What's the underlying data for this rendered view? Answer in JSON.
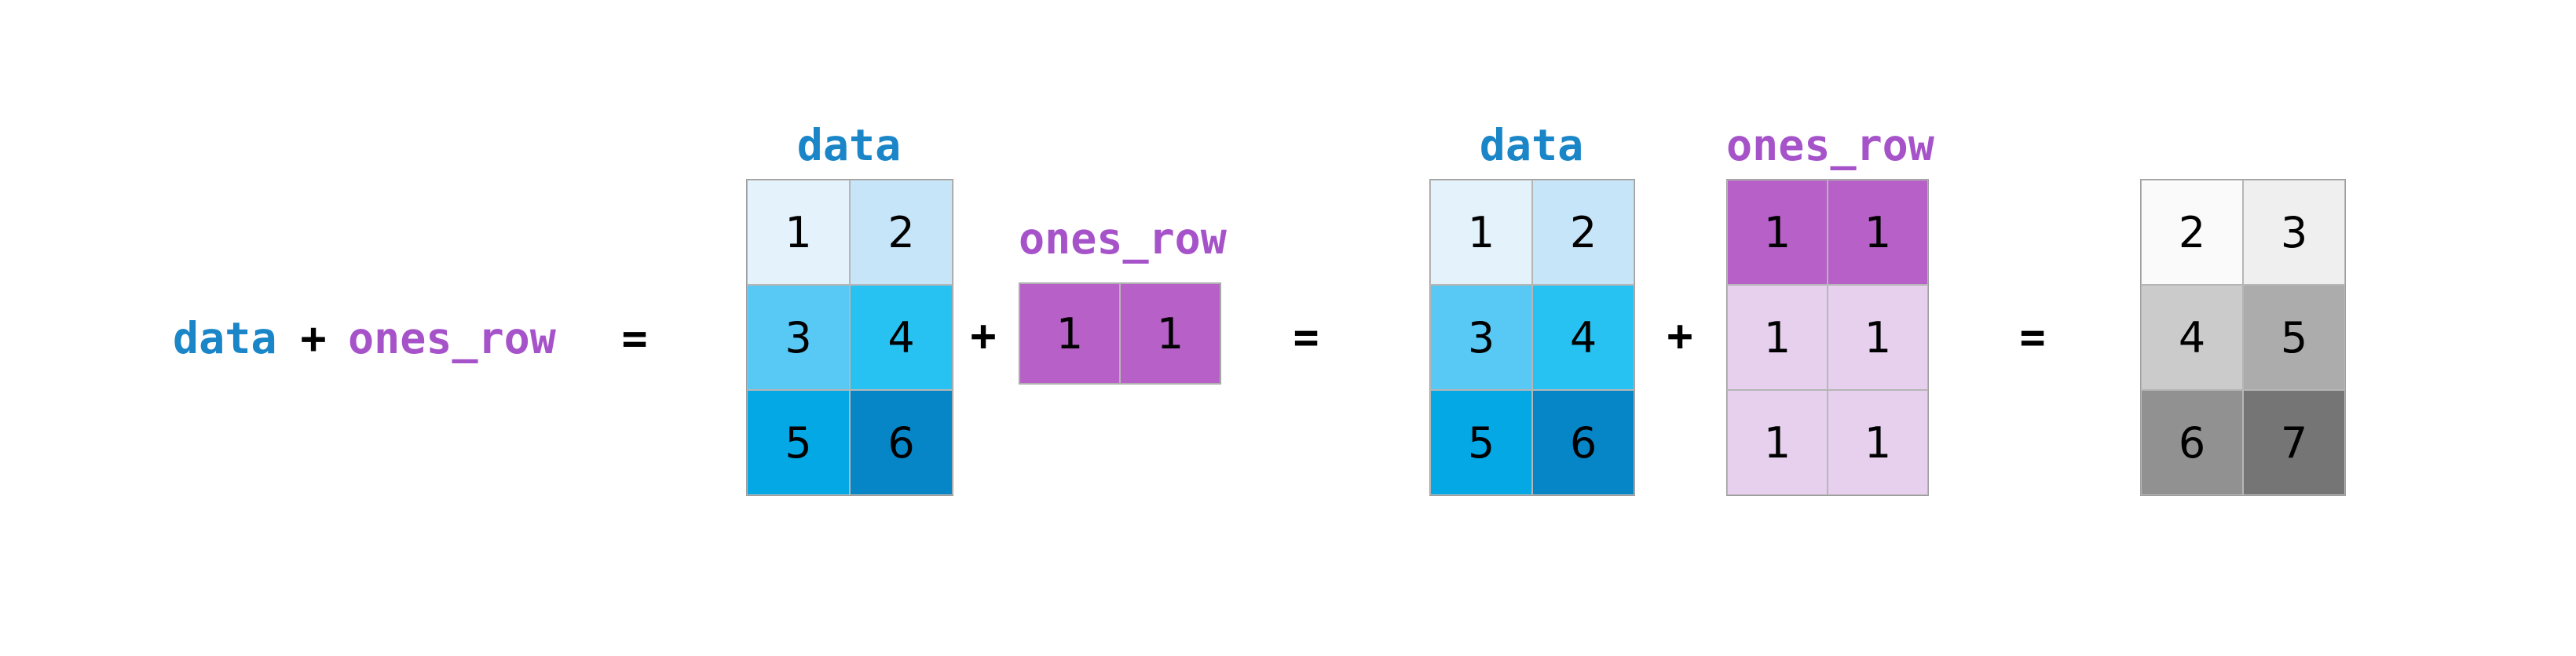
{
  "colors": {
    "blue_label": "#1a86c8",
    "purple_label": "#a653ca",
    "operator_black": "#000000",
    "grid_line": "#b6b6b6"
  },
  "equation": {
    "data_label": "data",
    "plus": "+",
    "ones_label": "ones_row",
    "equals": "="
  },
  "operators": {
    "plus_1": "+",
    "equals_1": "=",
    "plus_2": "+",
    "equals_2": "="
  },
  "matrices": [
    {
      "id": "data-left",
      "title": "data",
      "title_color": "#1a86c8",
      "rows": 3,
      "cols": 2,
      "cells": [
        {
          "value": "1",
          "bg": "#e3f2fb"
        },
        {
          "value": "2",
          "bg": "#c7e5f8"
        },
        {
          "value": "3",
          "bg": "#58c8f4"
        },
        {
          "value": "4",
          "bg": "#28c2f2"
        },
        {
          "value": "5",
          "bg": "#03a8e5"
        },
        {
          "value": "6",
          "bg": "#0686c7"
        }
      ]
    },
    {
      "id": "ones-row",
      "title": "ones_row",
      "title_color": "#a653ca",
      "rows": 1,
      "cols": 2,
      "cells": [
        {
          "value": "1",
          "bg": "#b660c8"
        },
        {
          "value": "1",
          "bg": "#b660c8"
        }
      ]
    },
    {
      "id": "data-right",
      "title": "data",
      "title_color": "#1a86c8",
      "rows": 3,
      "cols": 2,
      "cells": [
        {
          "value": "1",
          "bg": "#e3f2fb"
        },
        {
          "value": "2",
          "bg": "#c7e5f8"
        },
        {
          "value": "3",
          "bg": "#58c8f4"
        },
        {
          "value": "4",
          "bg": "#28c2f2"
        },
        {
          "value": "5",
          "bg": "#03a8e5"
        },
        {
          "value": "6",
          "bg": "#0686c7"
        }
      ]
    },
    {
      "id": "ones-row-broadcast",
      "title": "ones_row",
      "title_color": "#a653ca",
      "rows": 3,
      "cols": 2,
      "cells": [
        {
          "value": "1",
          "bg": "#b660c8"
        },
        {
          "value": "1",
          "bg": "#b660c8"
        },
        {
          "value": "1",
          "bg": "#e6d0ee"
        },
        {
          "value": "1",
          "bg": "#e6d0ee"
        },
        {
          "value": "1",
          "bg": "#e6d0ee"
        },
        {
          "value": "1",
          "bg": "#e6d0ee"
        }
      ]
    },
    {
      "id": "result",
      "title": "",
      "title_color": "",
      "rows": 3,
      "cols": 2,
      "cells": [
        {
          "value": "2",
          "bg": "#fafafa"
        },
        {
          "value": "3",
          "bg": "#efefef"
        },
        {
          "value": "4",
          "bg": "#cbcbcb"
        },
        {
          "value": "5",
          "bg": "#acacac"
        },
        {
          "value": "6",
          "bg": "#919191"
        },
        {
          "value": "7",
          "bg": "#757575"
        }
      ]
    }
  ]
}
